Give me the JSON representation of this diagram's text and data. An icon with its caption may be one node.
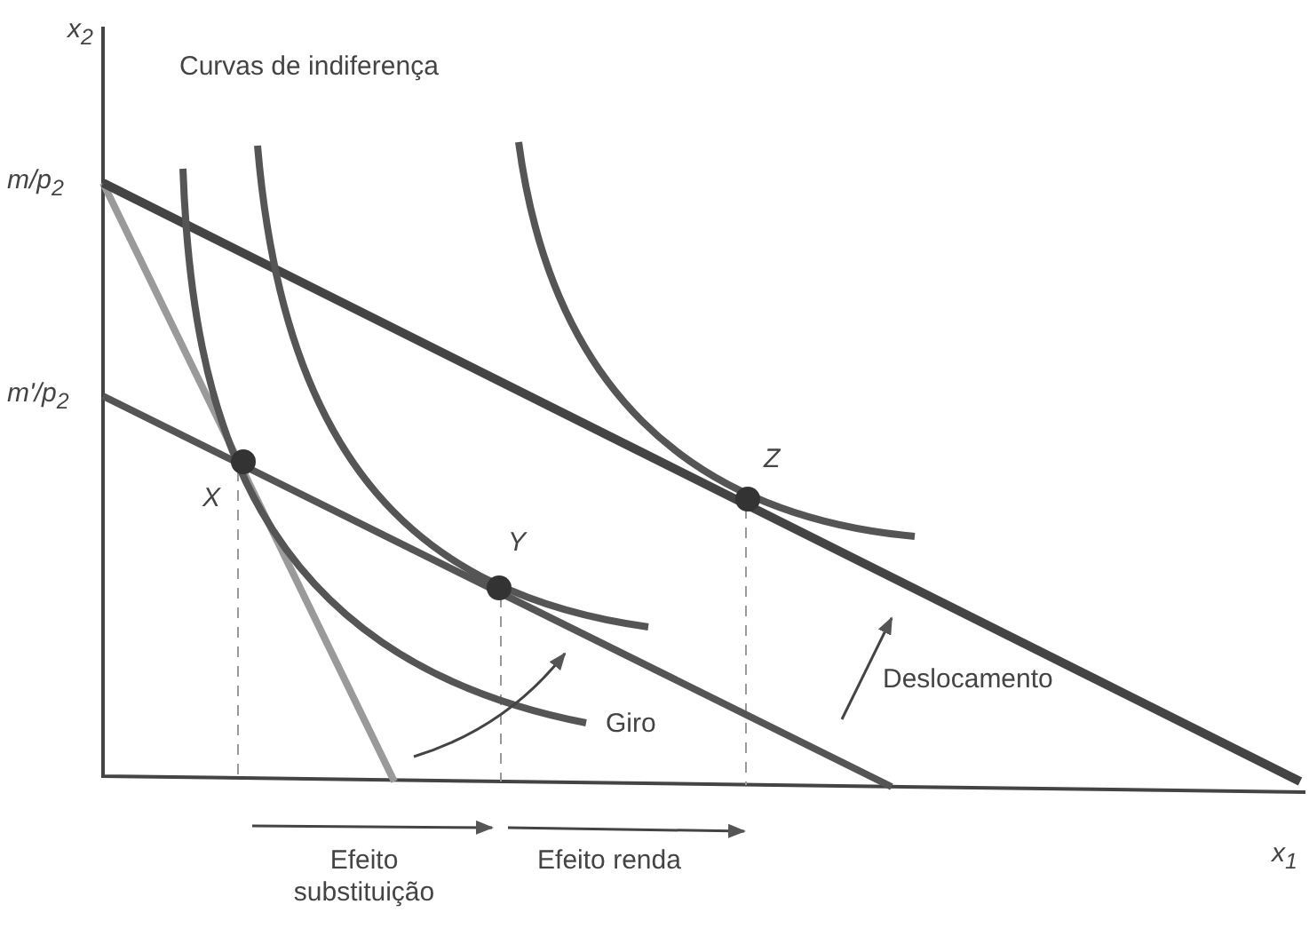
{
  "diagram": {
    "labels": [
      "x$_{2}$",
      "Curvas de indiferença",
      "m/p$_{2}$",
      "m'/p$_{2}$",
      "X",
      "Y",
      "Z",
      "Deslocamento",
      "Giro",
      "x$_{1}$",
      "Efeito substituição",
      "Efeito renda"
    ]
  }
}
